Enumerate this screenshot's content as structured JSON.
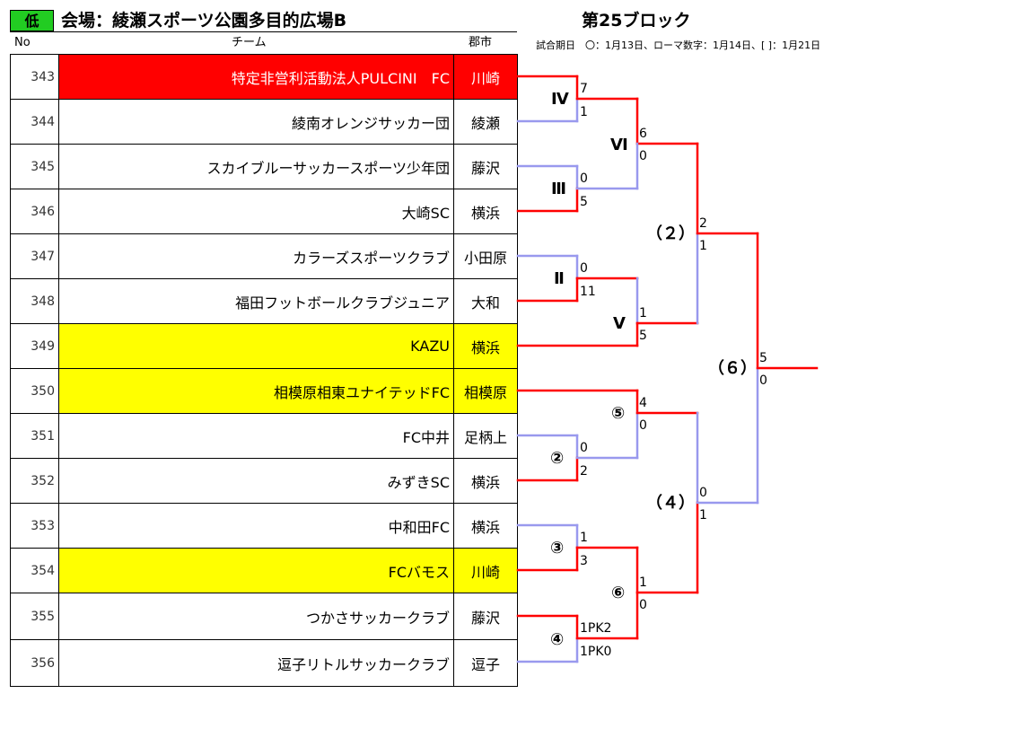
{
  "header": {
    "level_badge": "低",
    "venue": "会場：綾瀬スポーツ公園多目的広場B",
    "block": "第25ブロック",
    "col_no": "No",
    "col_team": "チーム",
    "col_city": "郡市",
    "schedule_note": "試合期日　〇：1月13日、ローマ数字：1月14日、[ ]：1月21日"
  },
  "teams": [
    {
      "no": "343",
      "name": "特定非営利活動法人PULCINI　FC",
      "city": "川崎",
      "highlight": "red"
    },
    {
      "no": "344",
      "name": "綾南オレンジサッカー団",
      "city": "綾瀬",
      "highlight": ""
    },
    {
      "no": "345",
      "name": "スカイブルーサッカースポーツ少年団",
      "city": "藤沢",
      "highlight": ""
    },
    {
      "no": "346",
      "name": "大崎SC",
      "city": "横浜",
      "highlight": ""
    },
    {
      "no": "347",
      "name": "カラーズスポーツクラブ",
      "city": "小田原",
      "highlight": ""
    },
    {
      "no": "348",
      "name": "福田フットボールクラブジュニア",
      "city": "大和",
      "highlight": ""
    },
    {
      "no": "349",
      "name": "KAZU",
      "city": "横浜",
      "highlight": "yellow"
    },
    {
      "no": "350",
      "name": "相模原相東ユナイテッドFC",
      "city": "相模原",
      "highlight": "yellow"
    },
    {
      "no": "351",
      "name": "FC中井",
      "city": "足柄上",
      "highlight": ""
    },
    {
      "no": "352",
      "name": "みずきSC",
      "city": "横浜",
      "highlight": ""
    },
    {
      "no": "353",
      "name": "中和田FC",
      "city": "横浜",
      "highlight": ""
    },
    {
      "no": "354",
      "name": "FCバモス",
      "city": "川崎",
      "highlight": "yellow"
    },
    {
      "no": "355",
      "name": "つかさサッカークラブ",
      "city": "藤沢",
      "highlight": ""
    },
    {
      "no": "356",
      "name": "逗子リトルサッカークラブ",
      "city": "逗子",
      "highlight": ""
    }
  ],
  "bracket": {
    "win_color": "#ff0000",
    "lose_color": "#9999ee",
    "round_labels": {
      "r_iv": "Ⅳ",
      "r_iii": "Ⅲ",
      "r_ii": "Ⅱ",
      "r_vi": "Ⅵ",
      "r_v": "Ⅴ",
      "r_2": "（２）",
      "r_6": "（６）",
      "r_5c": "⑤",
      "r_2c": "②",
      "r_4": "（４）",
      "r_3c": "③",
      "r_6c": "⑥",
      "r_4c": "④"
    },
    "scores": {
      "s_iv_a": "7",
      "s_iv_b": "1",
      "s_vi_a": "6",
      "s_vi_b": "0",
      "s_iii_a": "0",
      "s_iii_b": "5",
      "s_2_a": "2",
      "s_2_b": "1",
      "s_ii_a": "0",
      "s_ii_b": "11",
      "s_v_a": "1",
      "s_v_b": "5",
      "s_6_a": "5",
      "s_6_b": "0",
      "s_5c_a": "4",
      "s_5c_b": "0",
      "s_2c_a": "0",
      "s_2c_b": "2",
      "s_4_a": "0",
      "s_4_b": "1",
      "s_3c_a": "1",
      "s_3c_b": "3",
      "s_6c_a": "1",
      "s_6c_b": "0",
      "s_4c_a": "1PK2",
      "s_4c_b": "1PK0"
    }
  }
}
